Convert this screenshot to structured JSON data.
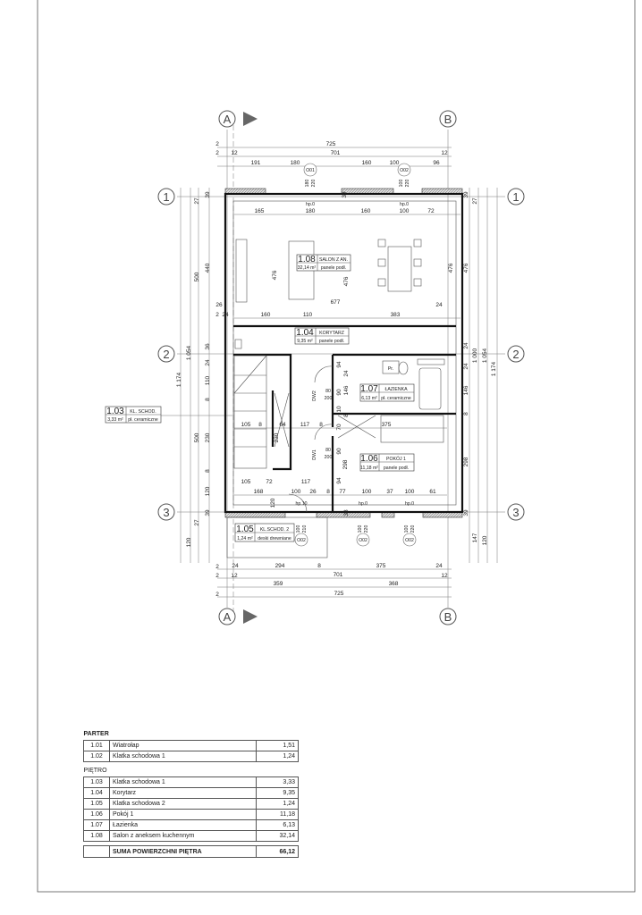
{
  "axes": {
    "a": "A",
    "b": "B",
    "r1": "1",
    "r2": "2",
    "r3": "3"
  },
  "openings": {
    "o01": "O01",
    "o02": "O02",
    "hp0": "hp.0",
    "hp10": "hp.10",
    "w180": "180",
    "w100": "100",
    "h220": "220",
    "h210": "210",
    "dw1": "DW1",
    "dw2": "DW2",
    "dw_w": "80",
    "dw_h": "200",
    "wc": "Pr."
  },
  "dims_top": [
    "725",
    "2",
    "2",
    "12",
    "701",
    "12",
    "191",
    "180",
    "160",
    "100",
    "96",
    "165",
    "180",
    "160",
    "100",
    "72",
    "39"
  ],
  "dims_mid": [
    "26",
    "2",
    "24",
    "160",
    "110",
    "383",
    "24",
    "677",
    "476",
    "476",
    "440",
    "500",
    "476"
  ],
  "dims_left": [
    "27",
    "39",
    "36",
    "24",
    "110",
    "8",
    "230",
    "500",
    "8",
    "120",
    "39",
    "27",
    "120",
    "1 054",
    "1 174"
  ],
  "dims_right": [
    "39",
    "27",
    "476",
    "24",
    "1 000",
    "1 054",
    "1 174",
    "24",
    "146",
    "8",
    "298",
    "39",
    "147",
    "120"
  ],
  "dims_inner": [
    "105",
    "8",
    "64",
    "117",
    "8",
    "375",
    "230",
    "94",
    "24",
    "146",
    "90",
    "10",
    "8",
    "70",
    "90",
    "298",
    "94",
    "105",
    "72",
    "117",
    "168",
    "100",
    "26",
    "8",
    "77",
    "100",
    "37",
    "100",
    "61",
    "120",
    "38"
  ],
  "dims_bottom": [
    "2",
    "24",
    "294",
    "8",
    "375",
    "24",
    "2",
    "12",
    "701",
    "12",
    "359",
    "368",
    "2",
    "725"
  ],
  "rooms": {
    "r108": {
      "num": "1.08",
      "name": "SALON Z AN.",
      "area": "32,14 m²",
      "floor": "panele podł."
    },
    "r104": {
      "num": "1.04",
      "name": "KORYTARZ",
      "area": "9,35 m²",
      "floor": "panele podł."
    },
    "r103": {
      "num": "1.03",
      "name": "KL. SCHOD.",
      "area": "3,33 m²",
      "floor": "pł. ceramiczne"
    },
    "r107": {
      "num": "1.07",
      "name": "ŁAZIENKA",
      "area": "6,13 m²",
      "floor": "pł. ceramiczne"
    },
    "r106": {
      "num": "1.06",
      "name": "POKÓJ 1",
      "area": "11,18 m²",
      "floor": "panele podł."
    },
    "r105": {
      "num": "1.05",
      "name": "KL.SCHOD. 2",
      "area": "1,24 m²",
      "floor": "deski drewniane"
    }
  },
  "table": {
    "parter_title": "PARTER",
    "parter": [
      {
        "num": "1.01",
        "name": "Wiatrołap",
        "area": "1,51"
      },
      {
        "num": "1.02",
        "name": "Klatka schodowa 1",
        "area": "1,24"
      }
    ],
    "pietro_title": "PIĘTRO",
    "pietro": [
      {
        "num": "1.03",
        "name": "Klatka schodowa 1",
        "area": "3,33"
      },
      {
        "num": "1.04",
        "name": "Korytarz",
        "area": "9,35"
      },
      {
        "num": "1.05",
        "name": "Klatka schodowa 2",
        "area": "1,24"
      },
      {
        "num": "1.06",
        "name": "Pokój 1",
        "area": "11,18"
      },
      {
        "num": "1.07",
        "name": "Łazienka",
        "area": "6,13"
      },
      {
        "num": "1.08",
        "name": "Salon z aneksem kuchennym",
        "area": "32,14"
      }
    ],
    "sum_label": "SUMA POWIERZCHNI PIĘTRA",
    "sum_value": "66,12"
  }
}
